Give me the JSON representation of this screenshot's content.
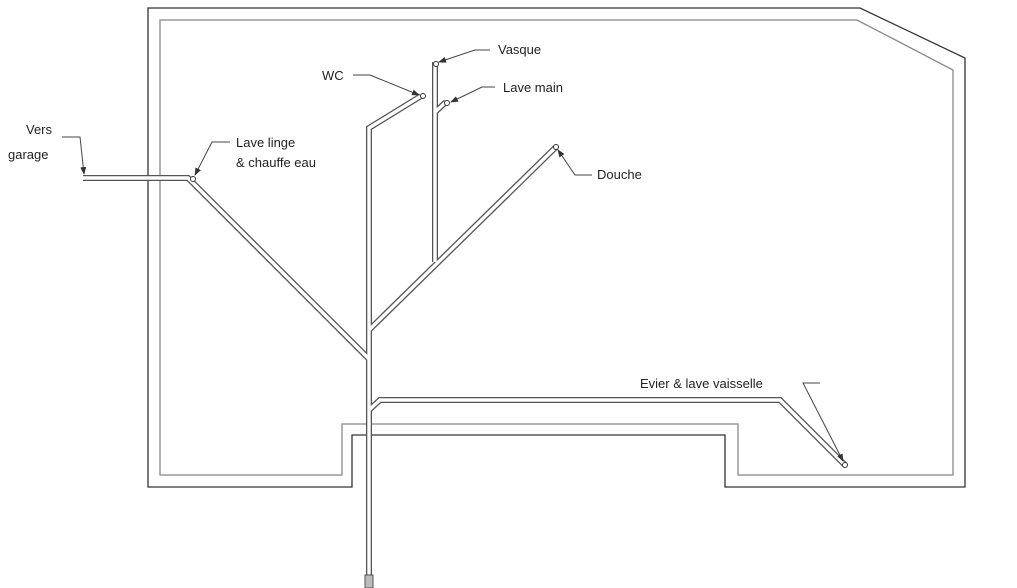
{
  "labels": {
    "vers_garage_1": "Vers",
    "vers_garage_2": "garage",
    "lave_linge_1": "Lave linge",
    "lave_linge_2": "& chauffe eau",
    "wc": "WC",
    "vasque": "Vasque",
    "lave_main": "Lave main",
    "douche": "Douche",
    "evier": "Evier & lave vaisselle"
  }
}
